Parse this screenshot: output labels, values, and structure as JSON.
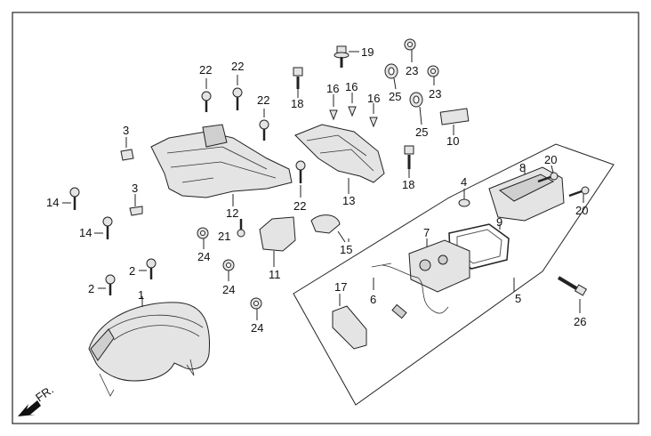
{
  "callouts": {
    "c1": "1",
    "c2a": "2",
    "c2b": "2",
    "c3a": "3",
    "c3b": "3",
    "c4": "4",
    "c5": "5",
    "c6": "6",
    "c7": "7",
    "c8": "8",
    "c9": "9",
    "c10": "10",
    "c11": "11",
    "c12": "12",
    "c13": "13",
    "c14a": "14",
    "c14b": "14",
    "c15": "15",
    "c16a": "16",
    "c16b": "16",
    "c16c": "16",
    "c17": "17",
    "c18a": "18",
    "c18b": "18",
    "c19": "19",
    "c20a": "20",
    "c20b": "20",
    "c21": "21",
    "c22a": "22",
    "c22b": "22",
    "c22c": "22",
    "c22d": "22",
    "c23a": "23",
    "c23b": "23",
    "c24a": "24",
    "c24b": "24",
    "c24c": "24",
    "c25a": "25",
    "c25b": "25",
    "c26": "26"
  },
  "direction_label": "FR."
}
